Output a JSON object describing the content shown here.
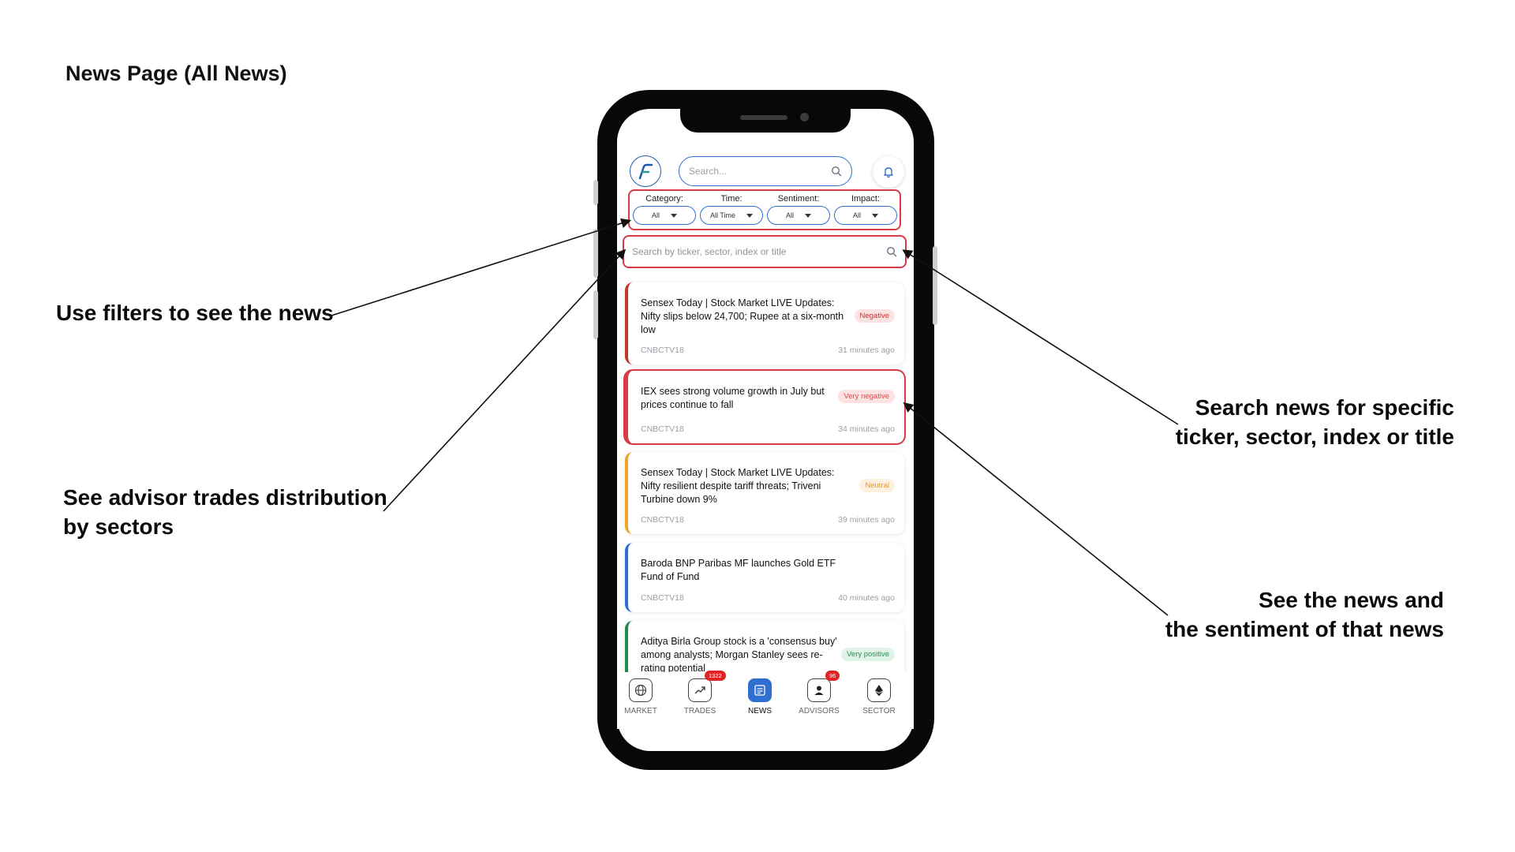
{
  "page_title": "News Page (All News)",
  "annotations": {
    "filters": "Use filters to see the news",
    "advisor": [
      "See advisor trades distribution",
      "by sectors"
    ],
    "search": [
      "Search news for specific",
      "ticker, sector, index or title"
    ],
    "sentiment": [
      "See the news and",
      "the sentiment of that news"
    ]
  },
  "header": {
    "search_placeholder": "Search...",
    "icons": {
      "logo": "brand-logo-icon",
      "search": "search-icon",
      "bell": "bell-icon"
    }
  },
  "filters": [
    {
      "label": "Category:",
      "value": "All"
    },
    {
      "label": "Time:",
      "value": "All Time"
    },
    {
      "label": "Sentiment:",
      "value": "All"
    },
    {
      "label": "Impact:",
      "value": "All"
    }
  ],
  "news_search": {
    "placeholder": "Search by ticker, sector, index or title"
  },
  "news": [
    {
      "title": "Sensex Today | Stock Market LIVE Updates: Nifty slips below 24,700; Rupee at a six-month low",
      "source": "CNBCTV18",
      "time": "31 minutes ago",
      "sentiment": "Negative",
      "accent": "#c0392b",
      "badge_bg": "#fbe3e3",
      "badge_fg": "#d0302f"
    },
    {
      "title": "IEX sees strong volume growth in July but prices continue to fall",
      "source": "CNBCTV18",
      "time": "34 minutes ago",
      "sentiment": "Very negative",
      "accent": "#d73a49",
      "badge_bg": "#fde2e2",
      "badge_fg": "#e0464a"
    },
    {
      "title": "Sensex Today | Stock Market LIVE Updates: Nifty resilient despite tariff threats; Triveni Turbine down 9%",
      "source": "CNBCTV18",
      "time": "39 minutes ago",
      "sentiment": "Neutral",
      "accent": "#f0a428",
      "badge_bg": "#fdf0dc",
      "badge_fg": "#e69a2e"
    },
    {
      "title": "Baroda BNP Paribas MF launches Gold ETF Fund of Fund",
      "source": "CNBCTV18",
      "time": "40 minutes ago",
      "sentiment": "",
      "accent": "#2f6fcf",
      "badge_bg": "",
      "badge_fg": ""
    },
    {
      "title": "Aditya Birla Group stock is a 'consensus buy' among analysts; Morgan Stanley sees re-rating potential",
      "source": "",
      "time": "",
      "sentiment": "Very positive",
      "accent": "#1f8a4c",
      "badge_bg": "#dff3e6",
      "badge_fg": "#2e8b57"
    }
  ],
  "bottom_nav": [
    {
      "label": "MARKET",
      "icon": "globe-icon",
      "badge": ""
    },
    {
      "label": "TRADES",
      "icon": "trending-up-icon",
      "badge": "1322"
    },
    {
      "label": "NEWS",
      "icon": "newspaper-icon",
      "badge": "",
      "active": true
    },
    {
      "label": "ADVISORS",
      "icon": "user-icon",
      "badge": "96"
    },
    {
      "label": "SECTOR",
      "icon": "ethereum-icon",
      "badge": ""
    }
  ]
}
